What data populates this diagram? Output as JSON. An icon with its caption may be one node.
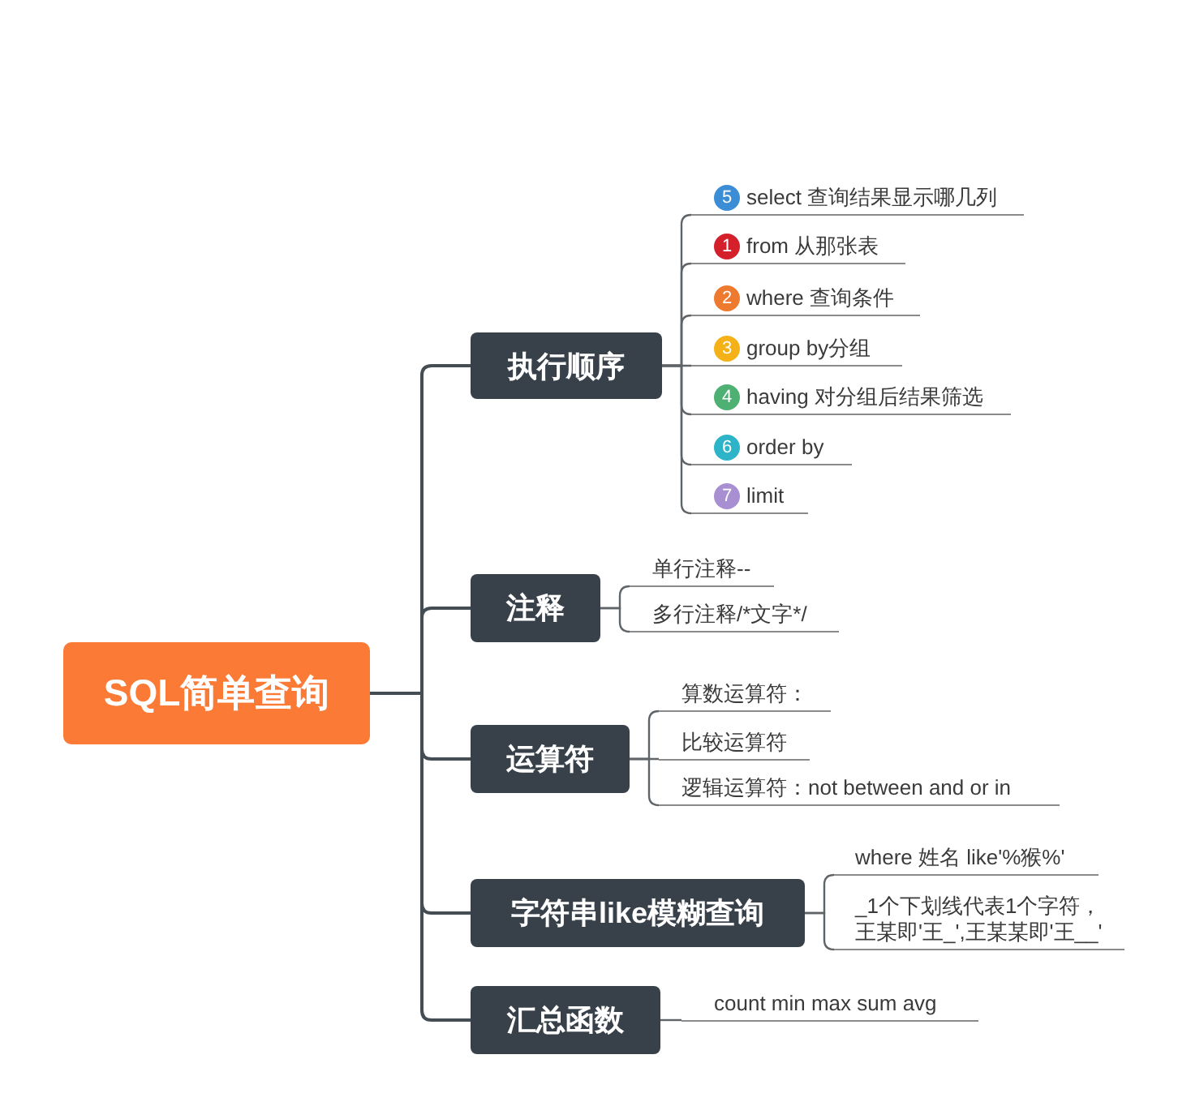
{
  "diagram": {
    "nodes": [
      {
        "text": [
          "SQL简单查询"
        ]
      },
      {
        "text": [
          "执行顺序"
        ]
      },
      {
        "text": [
          "5",
          "select 查询结果显示哪几列"
        ]
      },
      {
        "text": [
          "1",
          "from 从那张表"
        ]
      },
      {
        "text": [
          "2",
          "where 查询条件"
        ]
      },
      {
        "text": [
          "3",
          "group by分组"
        ]
      },
      {
        "text": [
          "4",
          "having 对分组后结果筛选"
        ]
      },
      {
        "text": [
          "6",
          "order by"
        ]
      },
      {
        "text": [
          "7",
          "limit"
        ]
      },
      {
        "text": [
          "注释"
        ]
      },
      {
        "text": [
          "单行注释--"
        ]
      },
      {
        "text": [
          "多行注释/*文字*/"
        ]
      },
      {
        "text": [
          "运算符"
        ]
      },
      {
        "text": [
          "算数运算符："
        ]
      },
      {
        "text": [
          "比较运算符"
        ]
      },
      {
        "text": [
          "逻辑运算符：not between and or in"
        ]
      },
      {
        "text": [
          "字符串like模糊查询"
        ]
      },
      {
        "text": [
          "where 姓名 like'%猴%'"
        ]
      },
      {
        "text": [
          "_1个下划线代表1个字符，王某即'王_',王某某即'王__'"
        ]
      },
      {
        "text": [
          "汇总函数"
        ]
      },
      {
        "text": [
          "count min max sum avg"
        ]
      }
    ],
    "edges": [
      {
        "from": 0,
        "to": 1,
        "arrow": "none"
      },
      {
        "from": 0,
        "to": 9,
        "arrow": "none"
      },
      {
        "from": 0,
        "to": 12,
        "arrow": "none"
      },
      {
        "from": 0,
        "to": 16,
        "arrow": "none"
      },
      {
        "from": 0,
        "to": 19,
        "arrow": "none"
      },
      {
        "from": 1,
        "to": 2,
        "arrow": "none"
      },
      {
        "from": 1,
        "to": 3,
        "arrow": "none"
      },
      {
        "from": 1,
        "to": 4,
        "arrow": "none"
      },
      {
        "from": 1,
        "to": 5,
        "arrow": "none"
      },
      {
        "from": 1,
        "to": 6,
        "arrow": "none"
      },
      {
        "from": 1,
        "to": 7,
        "arrow": "none"
      },
      {
        "from": 1,
        "to": 8,
        "arrow": "none"
      },
      {
        "from": 9,
        "to": 10,
        "arrow": "none"
      },
      {
        "from": 9,
        "to": 11,
        "arrow": "none"
      },
      {
        "from": 12,
        "to": 13,
        "arrow": "none"
      },
      {
        "from": 12,
        "to": 14,
        "arrow": "none"
      },
      {
        "from": 12,
        "to": 15,
        "arrow": "none"
      },
      {
        "from": 16,
        "to": 17,
        "arrow": "none"
      },
      {
        "from": 16,
        "to": 18,
        "arrow": "none"
      },
      {
        "from": 19,
        "to": 20,
        "arrow": "none"
      }
    ]
  }
}
